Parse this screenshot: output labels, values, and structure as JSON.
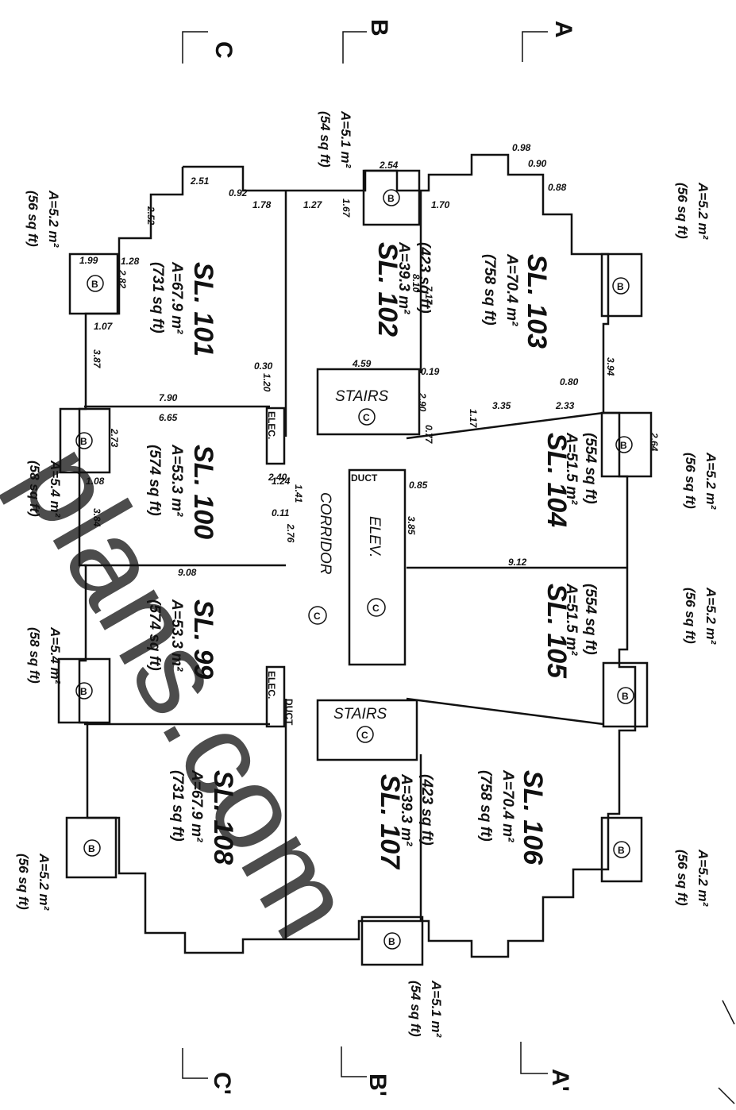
{
  "sections": [
    "A",
    "B",
    "C",
    "A'",
    "B'",
    "C'"
  ],
  "units": [
    {
      "id": "u101",
      "name": "SL. 101",
      "area": "A=67.9 m²",
      "sqft": "(731 sq ft)"
    },
    {
      "id": "u102",
      "name": "SL. 102",
      "area": "A=39.3 m²",
      "sqft": "(423 sq ft)"
    },
    {
      "id": "u103",
      "name": "SL. 103",
      "area": "A=70.4 m²",
      "sqft": "(758 sq ft)"
    },
    {
      "id": "u100",
      "name": "SL. 100",
      "area": "A=53.3 m²",
      "sqft": "(574 sq ft)"
    },
    {
      "id": "u104",
      "name": "SL. 104",
      "area": "A=51.5 m²",
      "sqft": "(554 sq ft)"
    },
    {
      "id": "u99",
      "name": "SL. 99",
      "area": "A=53.3 m²",
      "sqft": "(574 sq ft)"
    },
    {
      "id": "u105",
      "name": "SL. 105",
      "area": "A=51.5 m²",
      "sqft": "(554 sq ft)"
    },
    {
      "id": "u108",
      "name": "SL. 108",
      "area": "A=67.9 m²",
      "sqft": "(731 sq ft)"
    },
    {
      "id": "u107",
      "name": "SL. 107",
      "area": "A=39.3 m²",
      "sqft": "(423 sq ft)"
    },
    {
      "id": "u106",
      "name": "SL. 106",
      "area": "A=70.4 m²",
      "sqft": "(758 sq ft)"
    }
  ],
  "balconies": [
    {
      "area": "A=5.2 m²",
      "sqft": "(56 sq ft)"
    },
    {
      "area": "A=5.1 m²",
      "sqft": "(54 sq ft)"
    },
    {
      "area": "A=5.2 m²",
      "sqft": "(56 sq ft)"
    },
    {
      "area": "A=5.2 m²",
      "sqft": "(56 sq ft)"
    },
    {
      "area": "A=5.4 m²",
      "sqft": "(58 sq ft)"
    },
    {
      "area": "A=5.2 m²",
      "sqft": "(56 sq ft)"
    },
    {
      "area": "A=5.4 m²",
      "sqft": "(58 sq ft)"
    },
    {
      "area": "A=5.2 m²",
      "sqft": "(56 sq ft)"
    },
    {
      "area": "A=5.1 m²",
      "sqft": "(54 sq ft)"
    },
    {
      "area": "A=5.2 m²",
      "sqft": "(56 sq ft)"
    }
  ],
  "labels": {
    "corridor": "CORRIDOR",
    "stairs": "STAIRS",
    "elev": "ELEV.",
    "duct": "DUCT",
    "elec": "ELEC.",
    "common": "C",
    "balcony_mark": "B"
  },
  "dimensions": [
    "1.99",
    "2.82",
    "1.28",
    "1.07",
    "3.87",
    "7.90",
    "6.65",
    "2.73",
    "1.08",
    "3.84",
    "9.08",
    "9.12",
    "3.85",
    "2.54",
    "1.70",
    "2.51",
    "0.92",
    "0.88",
    "0.90",
    "0.98",
    "2.52",
    "1.78",
    "1.27",
    "1.67",
    "7.17",
    "8.10",
    "4.59",
    "0.30",
    "1.20",
    "2.40",
    "1.24",
    "1.41",
    "0.11",
    "2.76",
    "0.19",
    "2.90",
    "0.77",
    "1.17",
    "3.35",
    "2.33",
    "0.80",
    "3.94",
    "2.64",
    "0.85"
  ],
  "watermark": "plans.com"
}
